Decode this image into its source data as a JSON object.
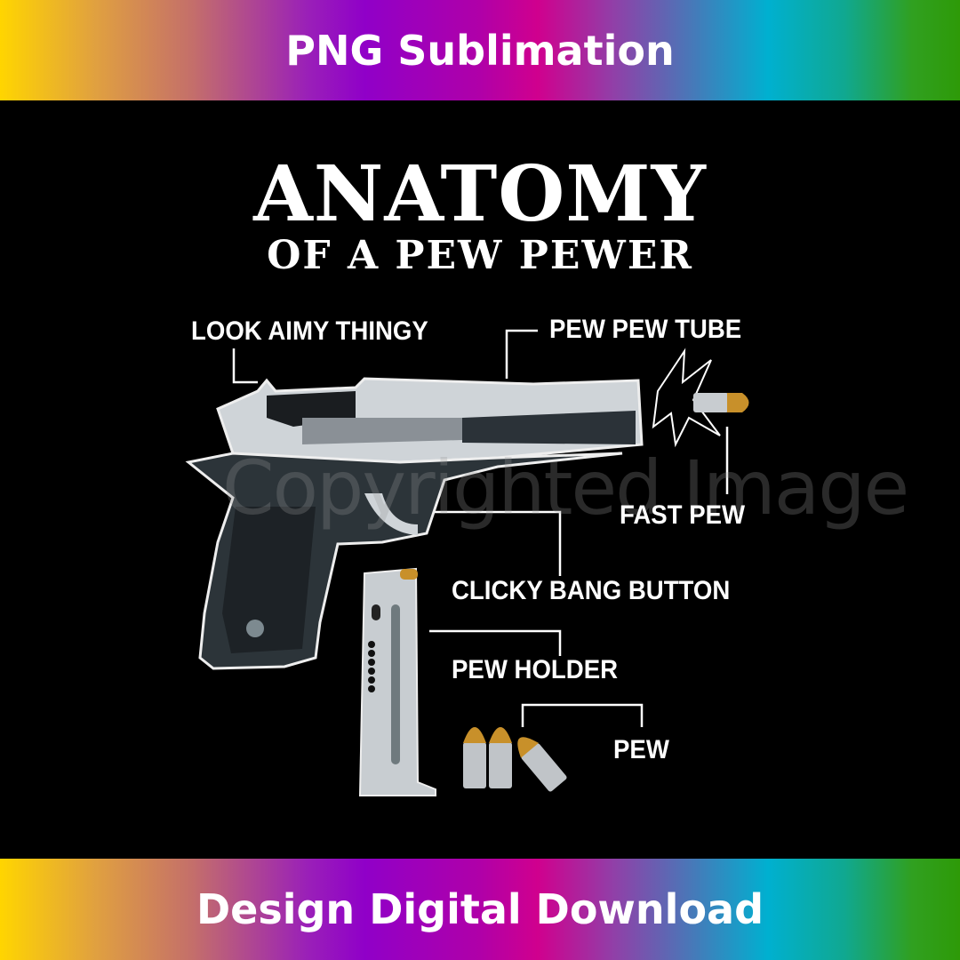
{
  "banner_top": {
    "text": "PNG Sublimation"
  },
  "banner_bottom": {
    "text": "Design Digital Download"
  },
  "design": {
    "title": "ANATOMY",
    "subtitle": "OF A PEW PEWER",
    "labels": {
      "sight": "LOOK AIMY THINGY",
      "barrel": "PEW PEW TUBE",
      "bullet_fired": "FAST PEW",
      "trigger": "CLICKY BANG BUTTON",
      "magazine": "PEW HOLDER",
      "ammo": "PEW"
    },
    "watermark": "Copyrighted Image"
  },
  "colors": {
    "background": "#000000",
    "text": "#ffffff",
    "brass": "#c8902a",
    "steel": "#b8c0c4",
    "frame": "#2a3238"
  }
}
